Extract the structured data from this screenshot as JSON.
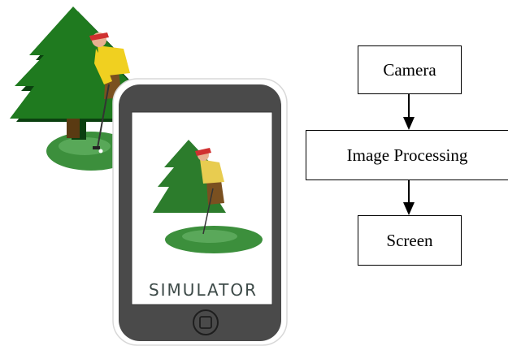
{
  "flowchart": {
    "steps": [
      {
        "label": "Camera"
      },
      {
        "label": "Image Processing"
      },
      {
        "label": "Screen"
      }
    ]
  },
  "phone": {
    "screen_label": "SIMULATOR"
  },
  "colors": {
    "tree": "#1f7a1f",
    "tree_shadow": "#0b4010",
    "green": "#3c8f3c",
    "shirt": "#f0d020",
    "cap": "#d03030",
    "phone_body": "#4a4a4a"
  }
}
